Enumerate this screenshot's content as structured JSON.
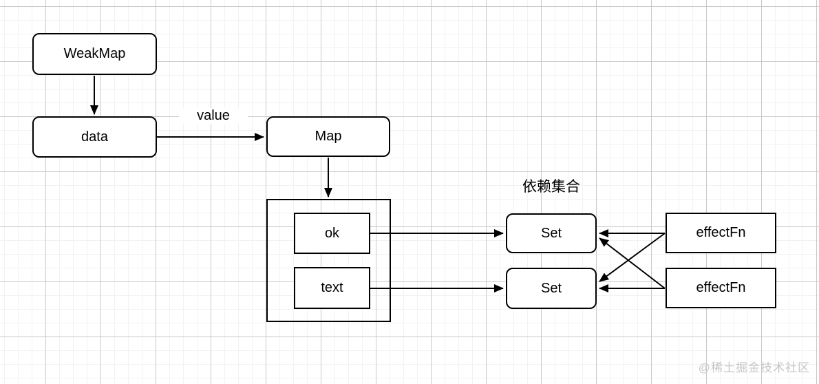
{
  "diagram": {
    "nodes": {
      "weakmap": {
        "label": "WeakMap"
      },
      "data": {
        "label": "data"
      },
      "map": {
        "label": "Map"
      },
      "key_ok": {
        "label": "ok"
      },
      "key_text": {
        "label": "text"
      },
      "set1": {
        "label": "Set"
      },
      "set2": {
        "label": "Set"
      },
      "effectfn1": {
        "label": "effectFn"
      },
      "effectfn2": {
        "label": "effectFn"
      }
    },
    "labels": {
      "value_edge": "value",
      "deps_title": "依赖集合"
    },
    "edges": [
      {
        "from": "weakmap",
        "to": "data",
        "label": ""
      },
      {
        "from": "data",
        "to": "map",
        "label": "value"
      },
      {
        "from": "map",
        "to": "bucket",
        "label": ""
      },
      {
        "from": "key_ok",
        "to": "set1",
        "label": ""
      },
      {
        "from": "key_text",
        "to": "set2",
        "label": ""
      },
      {
        "from": "effectfn1",
        "to": "set1",
        "label": ""
      },
      {
        "from": "effectfn1",
        "to": "set2",
        "label": ""
      },
      {
        "from": "effectfn2",
        "to": "set1",
        "label": ""
      },
      {
        "from": "effectfn2",
        "to": "set2",
        "label": ""
      }
    ],
    "colors": {
      "stroke": "#000000",
      "node_fill": "#ffffff",
      "grid_major": "#c9c9c9",
      "grid_minor": "#f2f2f2",
      "watermark": "#c6c6c6"
    }
  },
  "watermark": {
    "text": "@稀土掘金技术社区"
  }
}
